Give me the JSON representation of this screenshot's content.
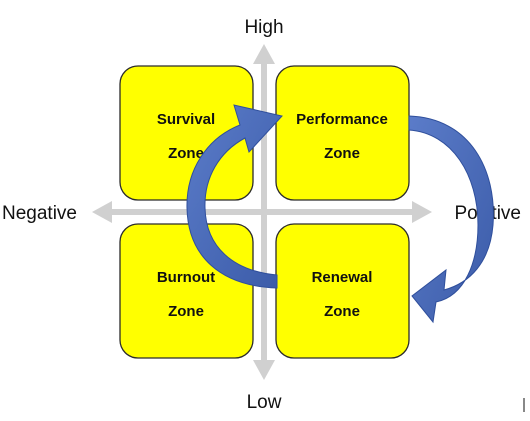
{
  "axes": {
    "top": "High",
    "bottom": "Low",
    "left": "Negative",
    "right": "Positive"
  },
  "zones": {
    "survival": {
      "line1": "Survival",
      "line2": "Zone"
    },
    "performance": {
      "line1": "Performance",
      "line2": "Zone"
    },
    "burnout": {
      "line1": "Burnout",
      "line2": "Zone"
    },
    "renewal": {
      "line1": "Renewal",
      "line2": "Zone"
    }
  },
  "colors": {
    "zone_fill": "#ffff00",
    "zone_border": "#2b2b2b",
    "axis": "#d0d0d0",
    "arrow": "#4a6bbd",
    "arrow_edge": "#2f4f9c"
  }
}
